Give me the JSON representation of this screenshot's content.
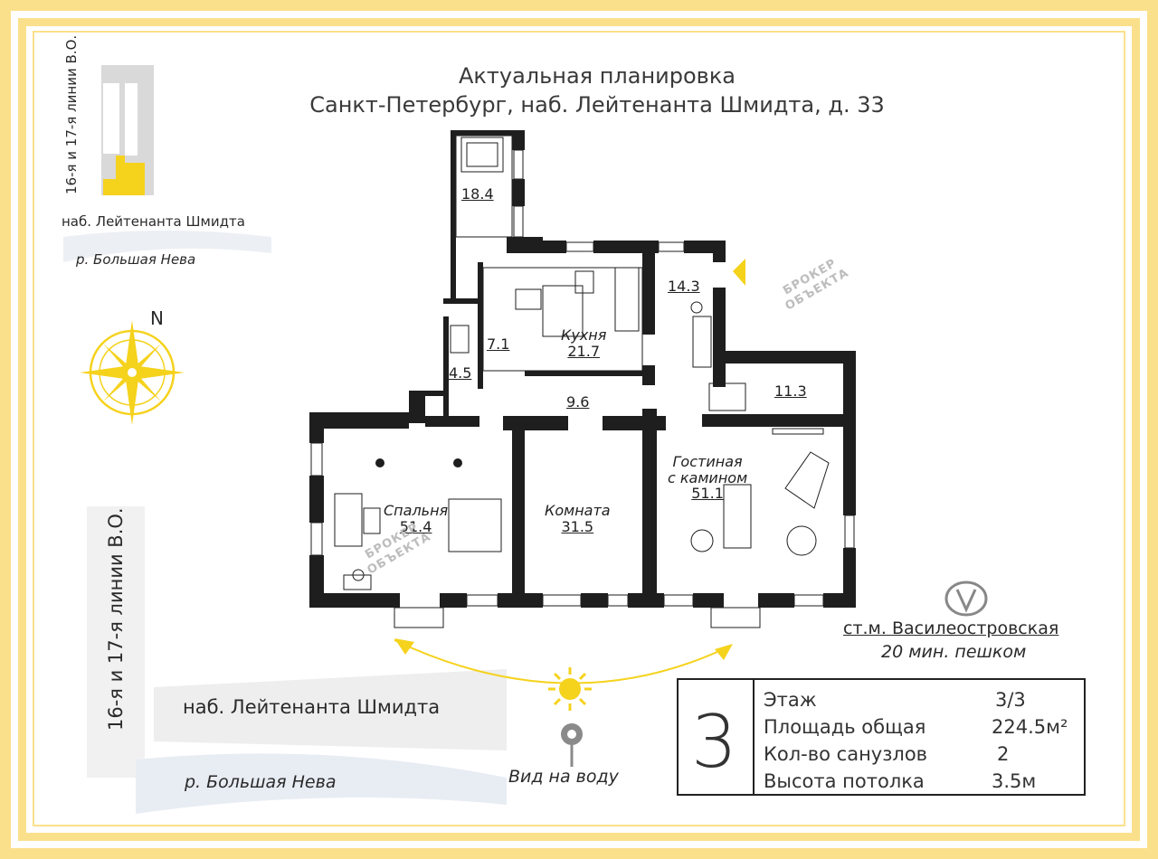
{
  "title": {
    "line1": "Актуальная планировка",
    "line2": "Санкт-Петербург, наб. Лейтенанта Шмидта, д. 33"
  },
  "inset_map": {
    "street_vertical": "16-я и 17-я линии В.О.",
    "embankment": "наб. Лейтенанта Шмидта",
    "river": "р. Большая Нева"
  },
  "compass": {
    "north": "N"
  },
  "rooms": [
    {
      "id": "bathroom-main",
      "area": "18.4",
      "name": ""
    },
    {
      "id": "corridor",
      "area": "7.1",
      "name": ""
    },
    {
      "id": "bathroom-small",
      "area": "4.5",
      "name": ""
    },
    {
      "id": "kitchen",
      "area": "21.7",
      "name": "Кухня"
    },
    {
      "id": "hall",
      "area": "14.3",
      "name": ""
    },
    {
      "id": "storage",
      "area": "11.3",
      "name": ""
    },
    {
      "id": "passage",
      "area": "9.6",
      "name": ""
    },
    {
      "id": "bedroom",
      "area": "51.4",
      "name": "Спальня"
    },
    {
      "id": "room",
      "area": "31.5",
      "name": "Комната"
    },
    {
      "id": "living",
      "area": "51.1",
      "name": "Гостиная с камином"
    }
  ],
  "living_name_lines": [
    "Гостиная",
    "с камином"
  ],
  "broker_marks": [
    {
      "line1": "БРОКЕР",
      "line2": "ОБЪЕКТА"
    }
  ],
  "metro": {
    "station": "ст.м. Василеостровская",
    "walk": "20 мин. пешком"
  },
  "bottom_map": {
    "street_vertical": "16-я и 17-я линии В.О.",
    "embankment": "наб. Лейтенанта Шмидта",
    "river": "р. Большая Нева"
  },
  "view": {
    "label": "Вид на воду"
  },
  "specs": {
    "rooms_count": "3",
    "rows": [
      {
        "label": "Этаж",
        "value": "3/3"
      },
      {
        "label": "Площадь общая",
        "value": "224.5м²"
      },
      {
        "label": "Кол-во санузлов",
        "value": "2"
      },
      {
        "label": "Высота потолка",
        "value": "3.5м"
      }
    ]
  },
  "colors": {
    "frame": "#fbe08c",
    "accent": "#f5d21c",
    "wall": "#1e1e1e",
    "map_gray": "#d6d6d6"
  }
}
